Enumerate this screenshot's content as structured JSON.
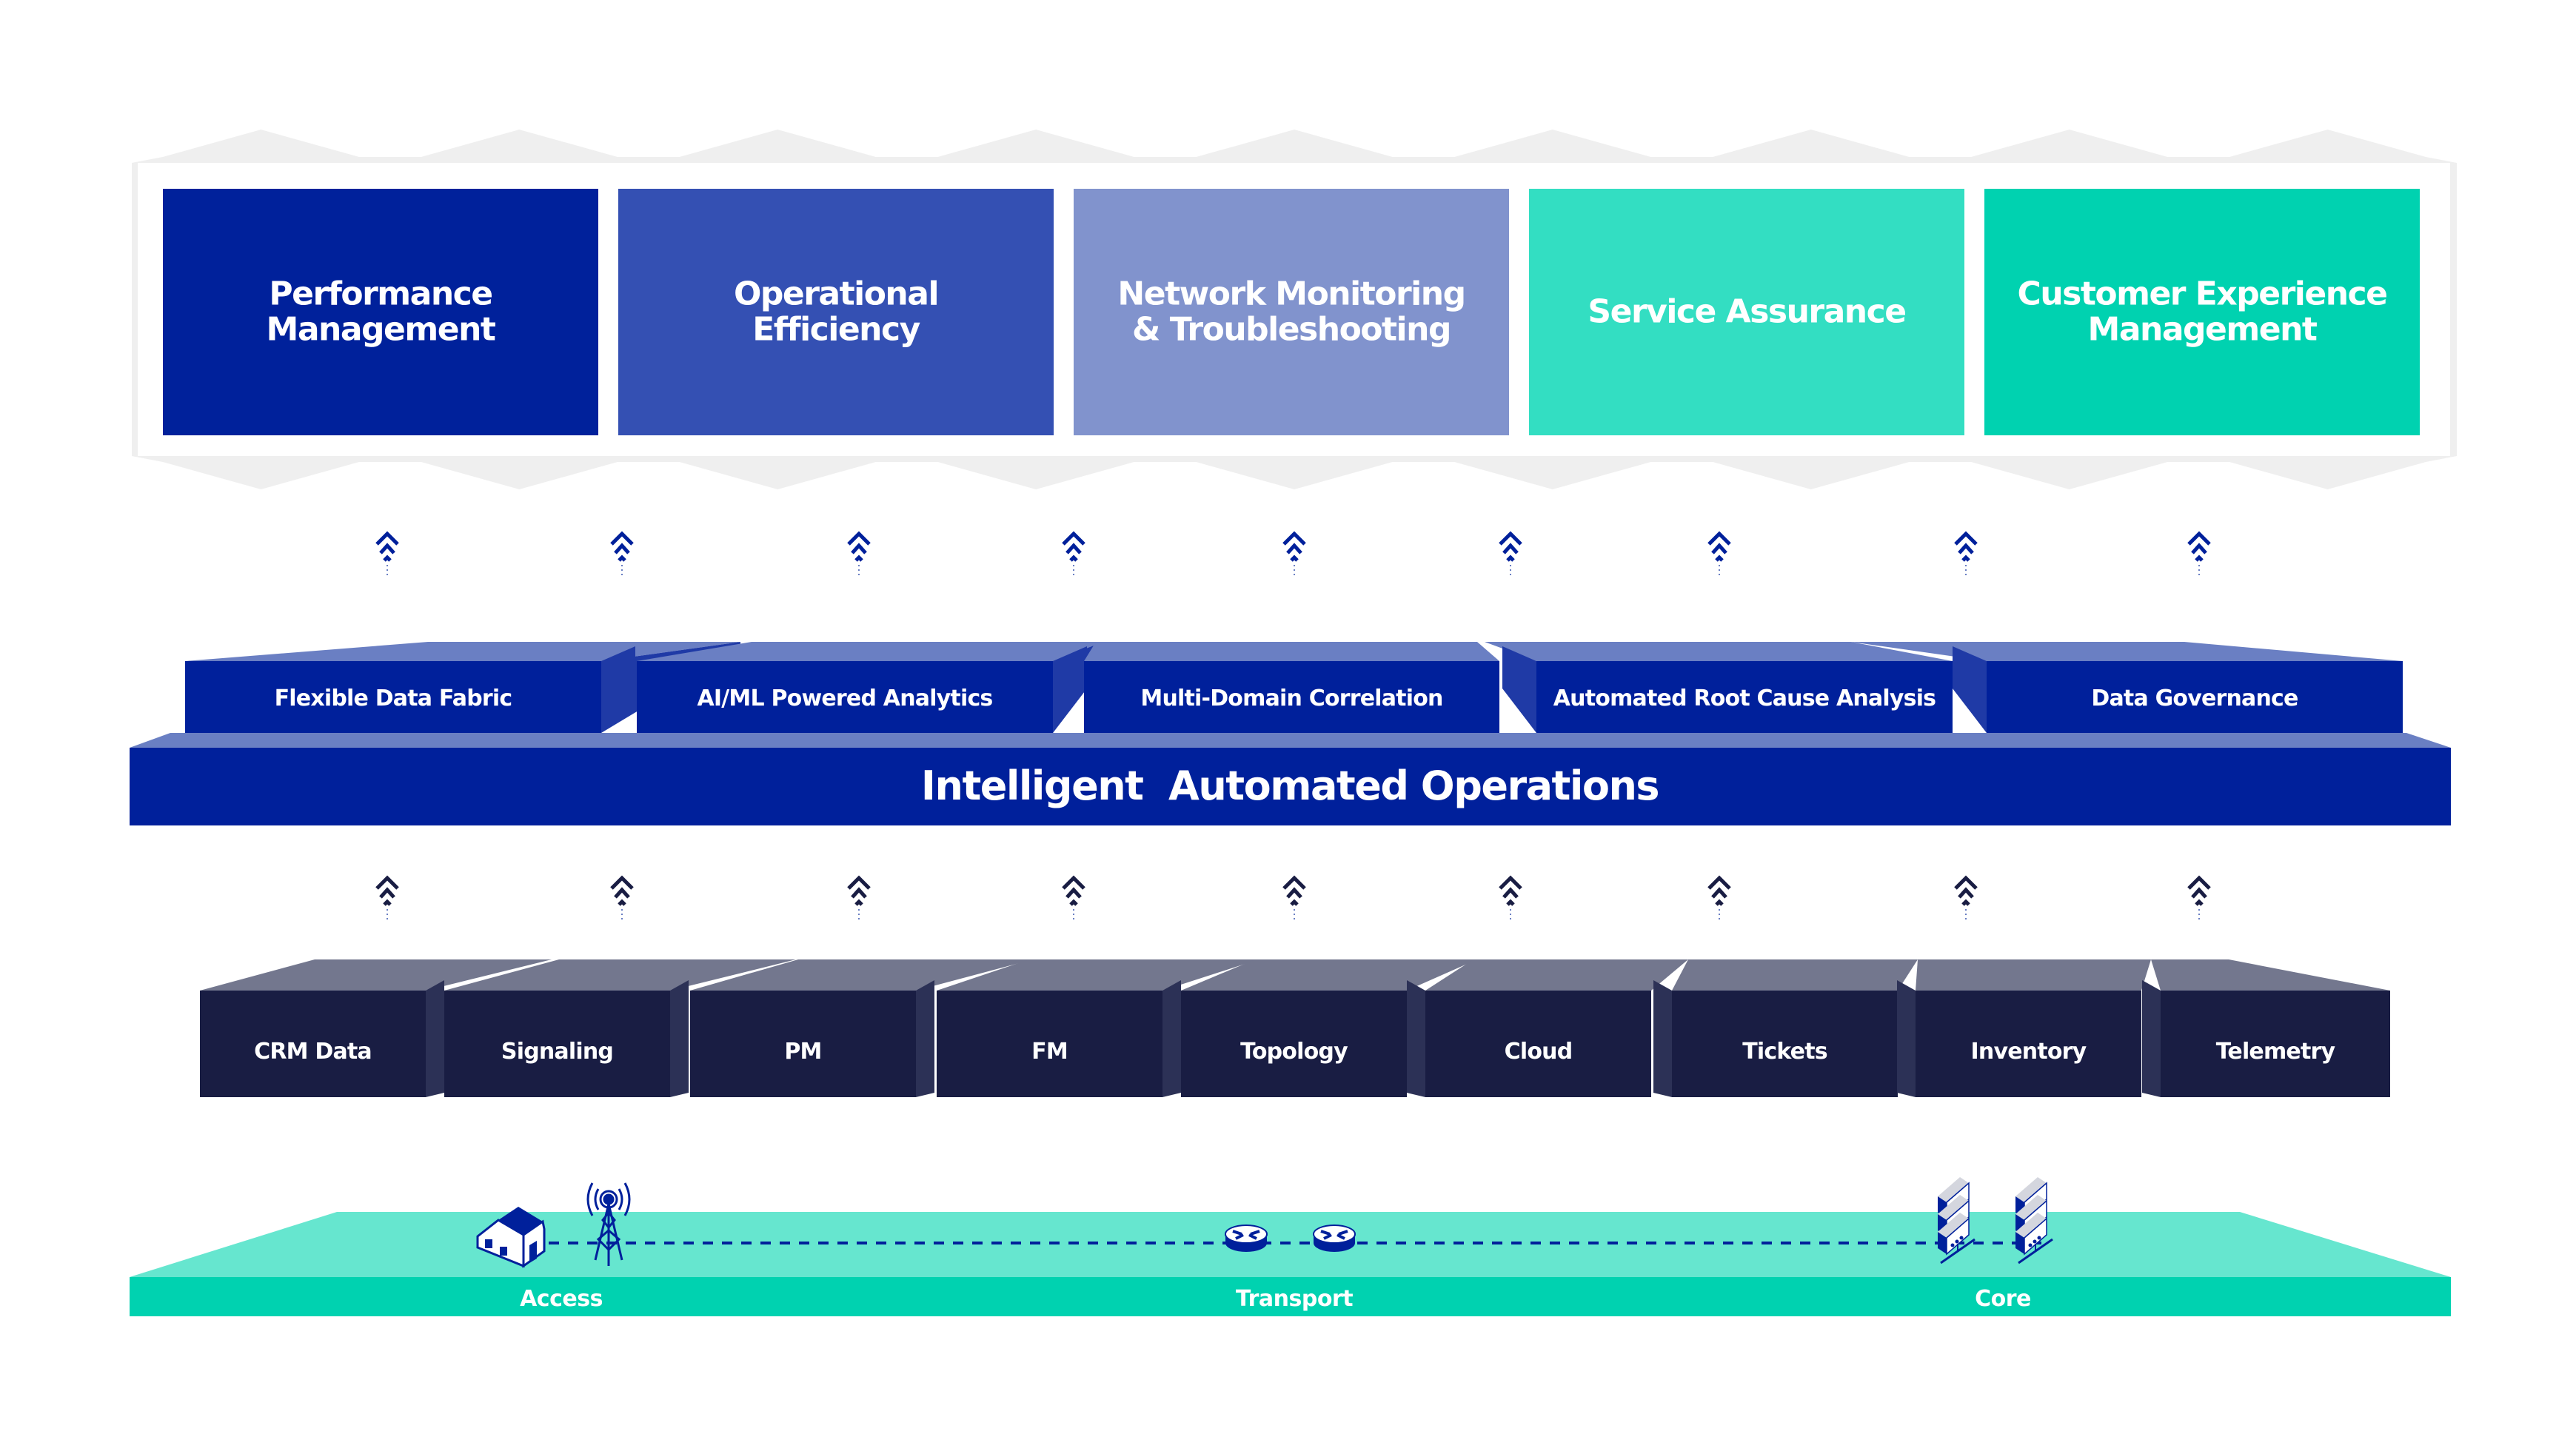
{
  "colors": {
    "frame_gray": "#efefef",
    "dark_blue": "#00209b",
    "slab_blue": "#6a7fc3",
    "side_blue": "#1f3aa6",
    "source_front": "#191d43",
    "source_top": "#73778e",
    "source_side": "#2c3156",
    "net_top": "#66e6cf",
    "net_front": "#00d2b0",
    "arrow_top_row": "#00209b",
    "arrow_bottom_row": "#191d43",
    "link_dash": "#00209b"
  },
  "outcomes": {
    "items": [
      {
        "lines": [
          "Performance",
          "Management"
        ],
        "color": "#00219b"
      },
      {
        "lines": [
          "Operational",
          "Efficiency"
        ],
        "color": "#3450b3"
      },
      {
        "lines": [
          "Network Monitoring",
          "& Troubleshooting"
        ],
        "color": "#8193cd"
      },
      {
        "lines": [
          "Service Assurance"
        ],
        "color": "#33dec2"
      },
      {
        "lines": [
          "Customer Experience",
          "Management"
        ],
        "color": "#00d2b0"
      }
    ]
  },
  "flow_arrows": {
    "rows": 2,
    "per_row": 9,
    "icon": "triple-chevron-up-icon"
  },
  "capabilities": {
    "items": [
      {
        "label": "Flexible Data Fabric"
      },
      {
        "label": "AI/ML Powered Analytics"
      },
      {
        "label": "Multi-Domain Correlation"
      },
      {
        "label": "Automated Root Cause Analysis"
      },
      {
        "label": "Data Governance"
      }
    ]
  },
  "platform": {
    "title": "Intelligent  Automated Operations"
  },
  "data_sources": {
    "items": [
      {
        "label": "CRM Data"
      },
      {
        "label": "Signaling"
      },
      {
        "label": "PM"
      },
      {
        "label": "FM"
      },
      {
        "label": "Topology"
      },
      {
        "label": "Cloud"
      },
      {
        "label": "Tickets"
      },
      {
        "label": "Inventory"
      },
      {
        "label": "Telemetry"
      }
    ]
  },
  "network": {
    "domains": [
      {
        "label": "Access",
        "icons": [
          "house-icon",
          "cell-tower-icon"
        ]
      },
      {
        "label": "Transport",
        "icons": [
          "router-icon",
          "router-icon"
        ]
      },
      {
        "label": "Core",
        "icons": [
          "server-rack-icon",
          "server-rack-icon"
        ]
      }
    ]
  }
}
